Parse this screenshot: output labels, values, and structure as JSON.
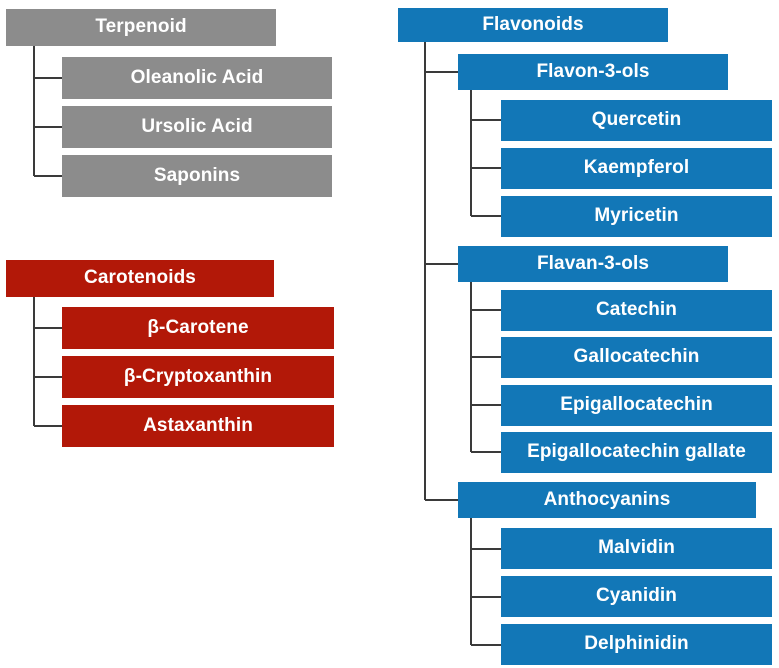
{
  "diagram": {
    "title": "Phytochemical classification tree",
    "type": "hierarchy-tree",
    "colors": {
      "terpenoid": "#8c8c8c",
      "carotenoids": "#b21808",
      "flavonoids": "#1277b7",
      "connector": "#3a3a3a",
      "text": "#ffffff",
      "background": "#ffffff"
    },
    "trees": [
      {
        "id": "terpenoid",
        "color_key": "terpenoid",
        "root": {
          "label": "Terpenoid"
        },
        "children": [
          {
            "label": "Oleanolic Acid"
          },
          {
            "label": "Ursolic Acid"
          },
          {
            "label": "Saponins"
          }
        ]
      },
      {
        "id": "carotenoids",
        "color_key": "carotenoids",
        "root": {
          "label": "Carotenoids"
        },
        "children": [
          {
            "label": "β-Carotene"
          },
          {
            "label": "β-Cryptoxanthin"
          },
          {
            "label": "Astaxanthin"
          }
        ]
      },
      {
        "id": "flavonoids",
        "color_key": "flavonoids",
        "root": {
          "label": "Flavonoids"
        },
        "children": [
          {
            "label": "Flavon-3-ols",
            "children": [
              {
                "label": "Quercetin"
              },
              {
                "label": "Kaempferol"
              },
              {
                "label": "Myricetin"
              }
            ]
          },
          {
            "label": "Flavan-3-ols",
            "children": [
              {
                "label": "Catechin"
              },
              {
                "label": "Gallocatechin"
              },
              {
                "label": "Epigallocatechin"
              },
              {
                "label": "Epigallocatechin gallate"
              }
            ]
          },
          {
            "label": "Anthocyanins",
            "children": [
              {
                "label": "Malvidin"
              },
              {
                "label": "Cyanidin"
              },
              {
                "label": "Delphinidin"
              }
            ]
          }
        ]
      }
    ]
  },
  "nodes": {
    "terpenoid_root": "Terpenoid",
    "terpenoid_c1": "Oleanolic Acid",
    "terpenoid_c2": "Ursolic Acid",
    "terpenoid_c3": "Saponins",
    "carotenoids_root": "Carotenoids",
    "carotenoids_c1": "β-Carotene",
    "carotenoids_c2": "β-Cryptoxanthin",
    "carotenoids_c3": "Astaxanthin",
    "flavonoids_root": "Flavonoids",
    "flavon3ols": "Flavon-3-ols",
    "flavon3ols_c1": "Quercetin",
    "flavon3ols_c2": "Kaempferol",
    "flavon3ols_c3": "Myricetin",
    "flavan3ols": "Flavan-3-ols",
    "flavan3ols_c1": "Catechin",
    "flavan3ols_c2": "Gallocatechin",
    "flavan3ols_c3": "Epigallocatechin",
    "flavan3ols_c4": "Epigallocatechin gallate",
    "anthocyanins": "Anthocyanins",
    "anthocyanins_c1": "Malvidin",
    "anthocyanins_c2": "Cyanidin",
    "anthocyanins_c3": "Delphinidin"
  }
}
